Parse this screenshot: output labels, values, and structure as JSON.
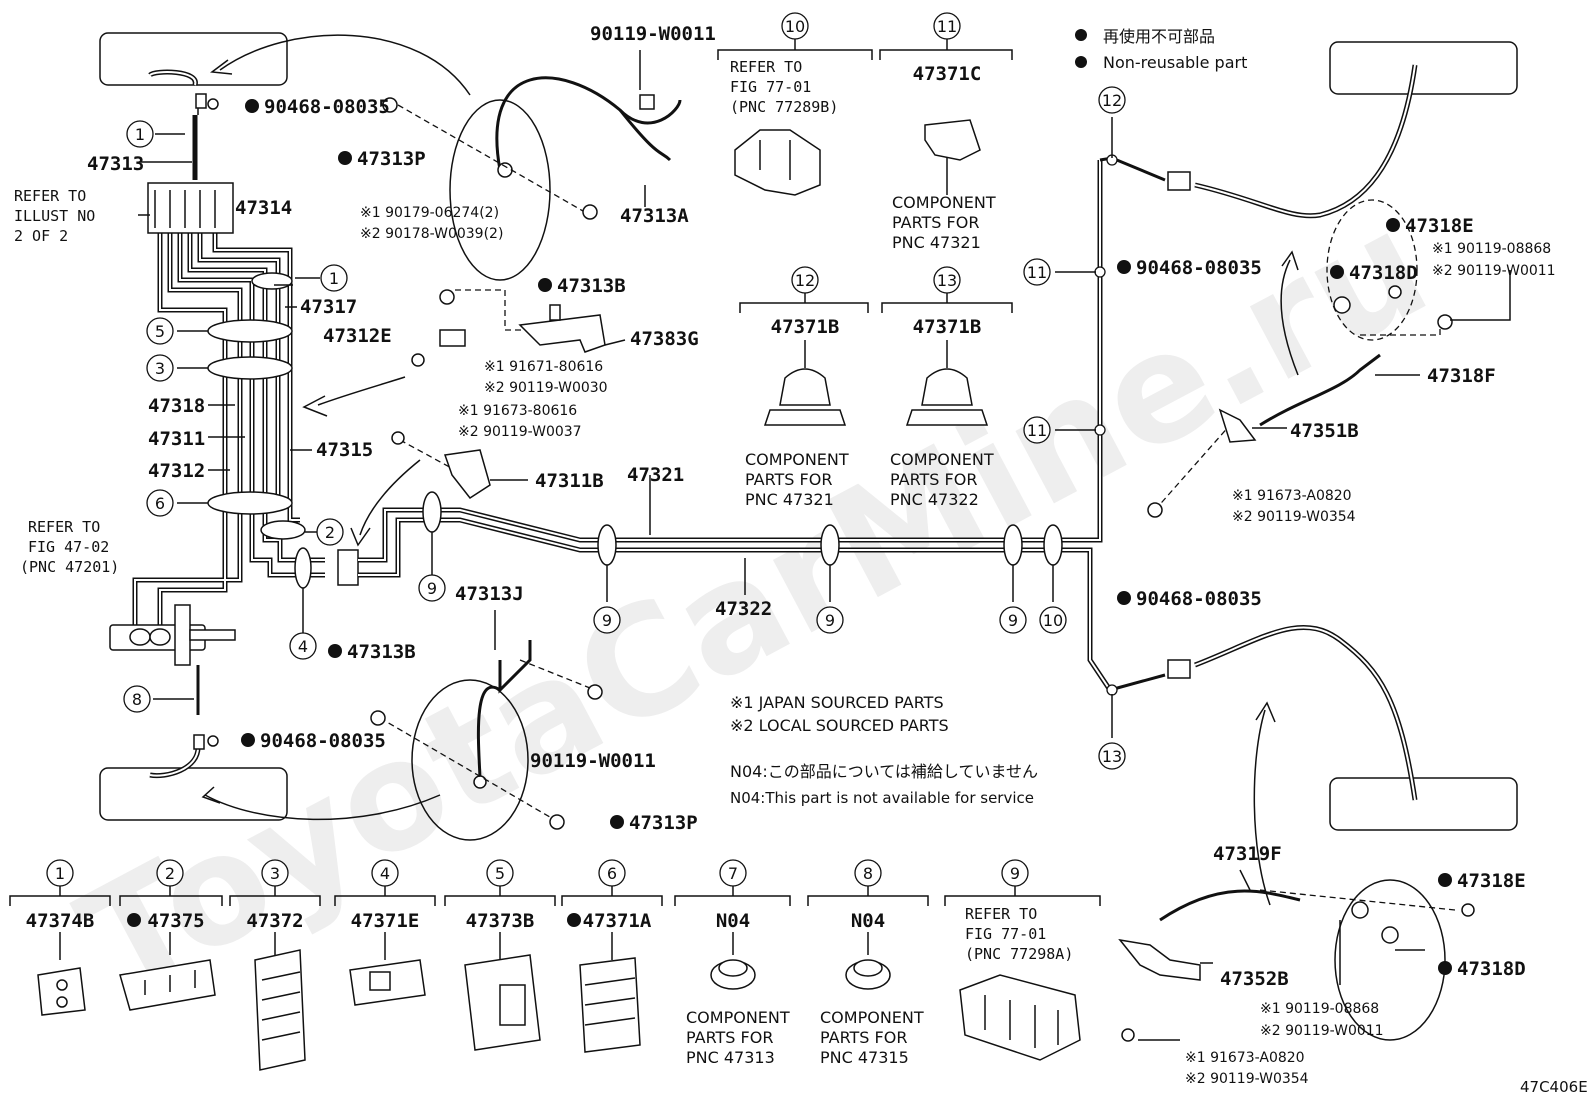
{
  "watermark": "ToyotaCarMine.ru",
  "legend": {
    "line1": "再使用不可部品",
    "line2": "Non-reusable part"
  },
  "notes": {
    "japan": "※1 JAPAN SOURCED PARTS",
    "local": "※2 LOCAL SOURCED PARTS",
    "n04_jp": "N04:この部品については補給していません",
    "n04_en": "N04:This part is not available for service"
  },
  "figure_code": "47C406E",
  "refs": {
    "illust_1": "REFER TO",
    "illust_2": "ILLUST NO",
    "illust_3": "2 OF 2",
    "fig47_1": "REFER TO",
    "fig47_2": "FIG 47-02",
    "fig47_3": "(PNC 47201)"
  },
  "labels": {
    "p47313": "47313",
    "p47314": "47314",
    "p47317": "47317",
    "p47312E": "47312E",
    "p47383G": "47383G",
    "p47318": "47318",
    "p47311": "47311",
    "p47312": "47312",
    "p47315": "47315",
    "p47311B": "47311B",
    "p47321": "47321",
    "p47322": "47322",
    "p47313J": "47313J",
    "p47313A": "47313A",
    "nr47313P_a": "47313P",
    "nr47313B_a": "47313B",
    "nr47313B_b": "47313B",
    "nr47313P_b": "47313P",
    "nr90468_a": "90468-08035",
    "nr90468_b": "90468-08035",
    "nr90468_c": "90468-08035",
    "nr90468_d": "90468-08035",
    "b90119_w0011_top": "90119-W0011",
    "b90119_w0011_mid": "90119-W0011",
    "m1_90179": "※1 90179-06274(2)",
    "m2_90178": "※2 90178-W0039(2)",
    "m1_91671": "※1 91671-80616",
    "m2_90119_w0030": "※2 90119-W0030",
    "m1_91673": "※1 91673-80616",
    "m2_90119_w0037": "※2 90119-W0037",
    "nr47318E_a": "47318E",
    "nr47318D_a": "47318D",
    "r1_90119_08868": "※1 90119-08868",
    "r2_90119_w0011": "※2 90119-W0011",
    "p47318F": "47318F",
    "p47351B": "47351B",
    "r1_91673_a0820": "※1 91673-A0820",
    "r2_90119_w0354": "※2 90119-W0354",
    "p47319F": "47319F",
    "nr47318E_b": "47318E",
    "nr47318D_b": "47318D",
    "p47352B": "47352B",
    "r1b_90119_08868": "※1 90119-08868",
    "r2b_90119_w0011": "※2 90119-W0011",
    "r1b_91673_a0820": "※1 91673-A0820",
    "r2b_90119_w0354": "※2 90119-W0354"
  },
  "top_callouts": [
    {
      "num": "10",
      "pnc": "REFER TO",
      "sub1": "FIG 77-01",
      "sub2": "(PNC 77289B)"
    },
    {
      "num": "11",
      "pnc": "47371C",
      "sub1": "COMPONENT",
      "sub2": "PARTS FOR",
      "sub3": "PNC 47321"
    },
    {
      "num": "12",
      "pnc": "47371B",
      "sub1": "COMPONENT",
      "sub2": "PARTS FOR",
      "sub3": "PNC 47321"
    },
    {
      "num": "13",
      "pnc": "47371B",
      "sub1": "COMPONENT",
      "sub2": "PARTS FOR",
      "sub3": "PNC 47322"
    }
  ],
  "bottom_callouts": [
    {
      "num": "1",
      "pnc": "47374B"
    },
    {
      "num": "2",
      "pnc": "47375",
      "nonreusable": true
    },
    {
      "num": "3",
      "pnc": "47372"
    },
    {
      "num": "4",
      "pnc": "47371E"
    },
    {
      "num": "5",
      "pnc": "47373B"
    },
    {
      "num": "6",
      "pnc": "47371A",
      "nonreusable": true
    },
    {
      "num": "7",
      "pnc": "N04",
      "sub1": "COMPONENT",
      "sub2": "PARTS FOR",
      "sub3": "PNC 47313"
    },
    {
      "num": "8",
      "pnc": "N04",
      "sub1": "COMPONENT",
      "sub2": "PARTS FOR",
      "sub3": "PNC 47315"
    },
    {
      "num": "9",
      "pnc": "REFER TO",
      "sub1": "FIG 77-01",
      "sub2": "(PNC 77298A)"
    }
  ],
  "diagram_numbers": [
    "1",
    "2",
    "3",
    "4",
    "5",
    "6",
    "7",
    "8",
    "9",
    "9",
    "9",
    "9",
    "9",
    "10",
    "11",
    "11",
    "12",
    "13"
  ]
}
